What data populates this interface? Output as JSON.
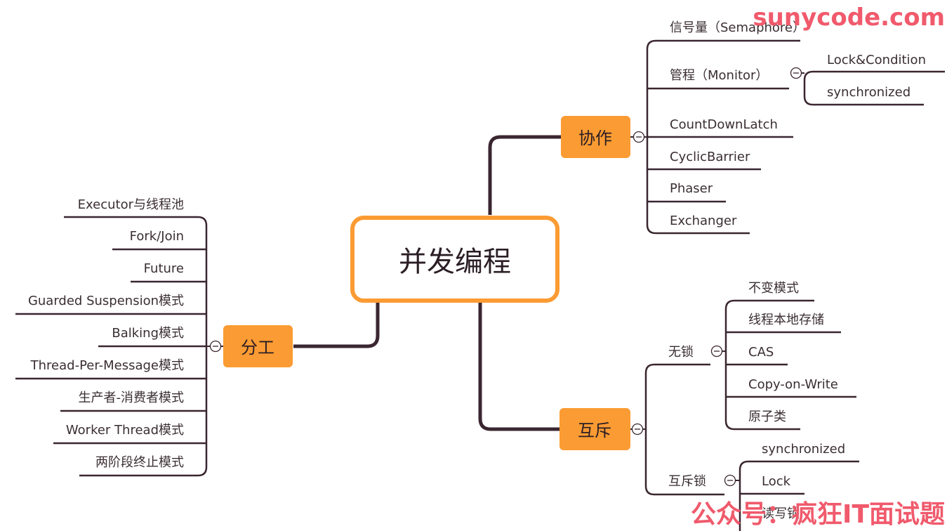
{
  "center": {
    "label": "并发编程"
  },
  "colors": {
    "branch_fill": "#fb9b33",
    "center_border": "#fb9b33",
    "line": "#3a2630",
    "watermark": "#f05a6c"
  },
  "branches": {
    "xiezuo": {
      "label": "协作",
      "children": {
        "semaphore": "信号量（Semaphore）",
        "monitor": "管程（Monitor）",
        "countdownlatch": "CountDownLatch",
        "cyclicbarrier": "CyclicBarrier",
        "phaser": "Phaser",
        "exchanger": "Exchanger"
      },
      "monitor_children": {
        "lockcondition": "Lock&Condition",
        "synchronized": "synchronized"
      }
    },
    "fengong": {
      "label": "分工",
      "children": {
        "executor": "Executor与线程池",
        "forkjoin": "Fork/Join",
        "future": "Future",
        "guarded": "Guarded Suspension模式",
        "balking": "Balking模式",
        "threadpermessage": "Thread-Per-Message模式",
        "producer": "生产者-消费者模式",
        "worker": "Worker Thread模式",
        "twophase": "两阶段终止模式"
      }
    },
    "huchi": {
      "label": "互斥",
      "wusuo": {
        "label": "无锁",
        "children": {
          "immutable": "不变模式",
          "threadlocal": "线程本地存储",
          "cas": "CAS",
          "cow": "Copy-on-Write",
          "atomic": "原子类"
        }
      },
      "husuo": {
        "label": "互斥锁",
        "children": {
          "synchronized": "synchronized",
          "lock": "Lock",
          "rwlock": "读写锁"
        }
      }
    }
  },
  "watermarks": {
    "top": "sunycode.com",
    "bottom": "公众号：疯狂IT面试题"
  },
  "icons": {
    "collapse": "minus-circle-icon"
  }
}
